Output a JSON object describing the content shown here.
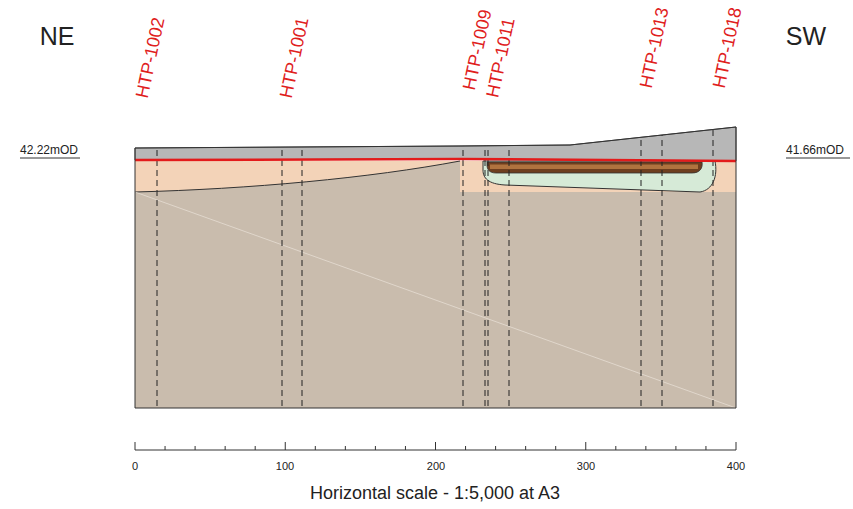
{
  "diagram": {
    "labels": [
      "NE",
      "SW",
      "HTP-1002",
      "HTP-1001",
      "HTP-1009",
      "HTP-1011",
      "HTP-1013",
      "HTP-1018",
      "42.22mOD",
      "41.66mOD",
      "0",
      "100",
      "200",
      "300",
      "400",
      "Horizontal scale - 1:5,000 at A3"
    ]
  }
}
